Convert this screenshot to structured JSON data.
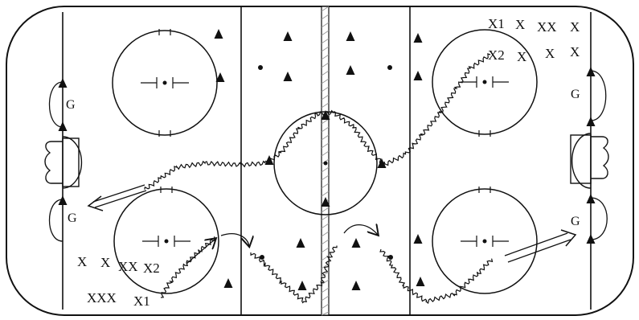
{
  "diagram": {
    "colors": {
      "ink": "#111111",
      "paper": "#ffffff",
      "center_line": "#9a9a9a"
    },
    "labels": {
      "top_right_row1": [
        "X1",
        "X",
        "XX",
        "X"
      ],
      "top_right_row2": [
        "X2",
        "X",
        "X",
        "X"
      ],
      "bottom_left_row1": [
        "X",
        "X",
        "XX",
        "X2"
      ],
      "bottom_left_row2": [
        "XXX",
        "X1"
      ],
      "goalie_left_top": "G",
      "goalie_left_bottom": "G",
      "goalie_right_top": "G",
      "goalie_right_bottom": "G"
    },
    "icons": {
      "cone": "triangle-cone-icon",
      "puck": "puck-dot-icon",
      "skate_path": "wavy-skating-path-icon",
      "pass": "double-arrow-pass-icon"
    }
  }
}
